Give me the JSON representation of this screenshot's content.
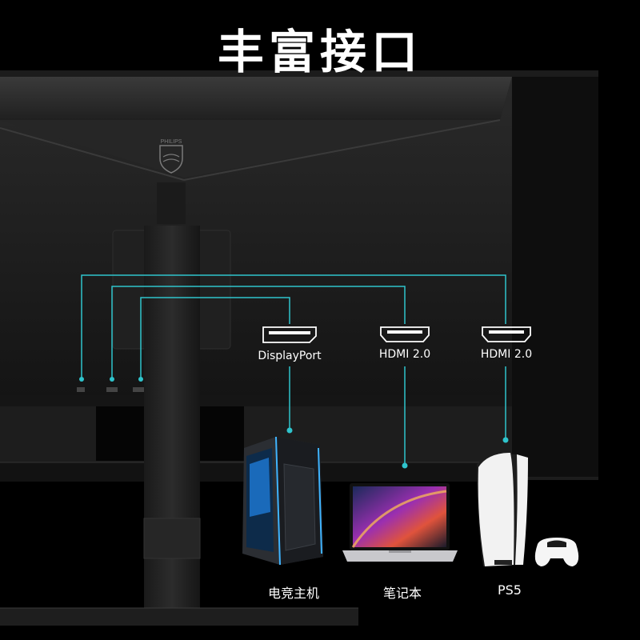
{
  "title": "丰富接口",
  "brand": "PHILIPS",
  "ports": [
    {
      "label": "DisplayPort"
    },
    {
      "label": "HDMI 2.0"
    },
    {
      "label": "HDMI 2.0"
    }
  ],
  "devices": [
    {
      "label": "电竞主机",
      "icon": "gaming-pc-icon"
    },
    {
      "label": "笔记本",
      "icon": "laptop-icon"
    },
    {
      "label": "PS5",
      "icon": "ps5-console-icon"
    }
  ],
  "colors": {
    "connector_line": "#2fc4cc",
    "background": "#000000"
  }
}
